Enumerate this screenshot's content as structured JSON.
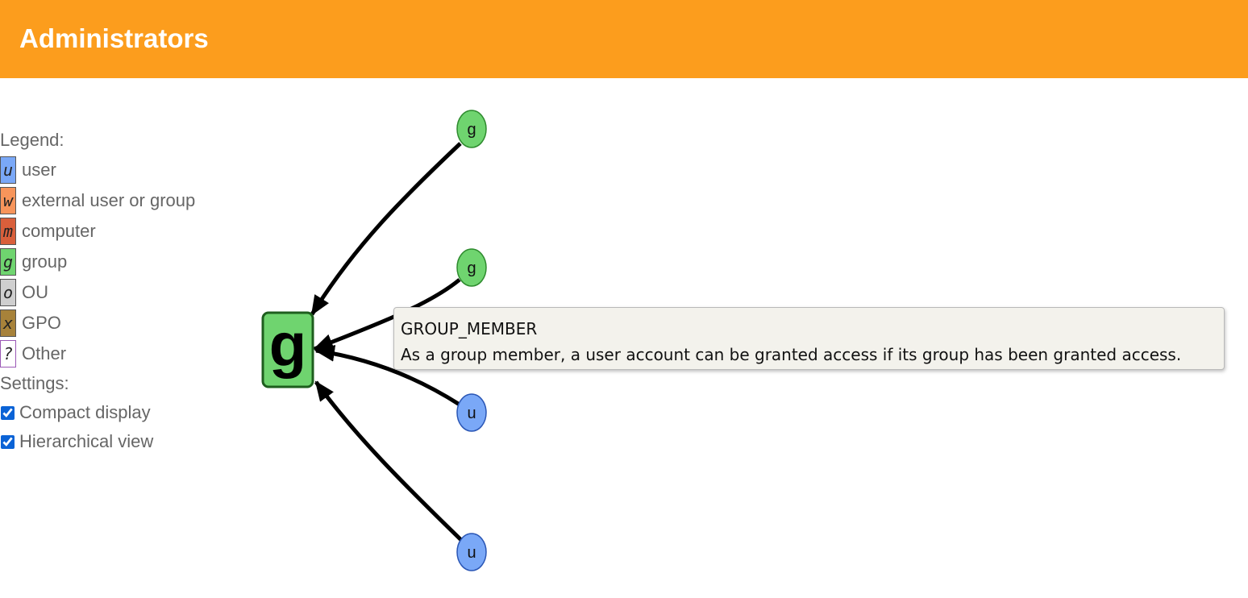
{
  "header": {
    "title": "Administrators",
    "color": "#fc9d1d"
  },
  "legend": {
    "title": "Legend:",
    "items": [
      {
        "symbol": "u",
        "label": "user",
        "color": "#7aa8f7"
      },
      {
        "symbol": "w",
        "label": "external user or group",
        "color": "#f7955b"
      },
      {
        "symbol": "m",
        "label": "computer",
        "color": "#d95f3b"
      },
      {
        "symbol": "g",
        "label": "group",
        "color": "#6fd46f"
      },
      {
        "symbol": "o",
        "label": "OU",
        "color": "#cfcfcf"
      },
      {
        "symbol": "x",
        "label": "GPO",
        "color": "#a7823a"
      },
      {
        "symbol": "?",
        "label": "Other",
        "color": "#ffffff"
      }
    ]
  },
  "settings": {
    "title": "Settings:",
    "compact_display": {
      "label": "Compact display",
      "checked": true
    },
    "hierarchical_view": {
      "label": "Hierarchical view",
      "checked": true
    }
  },
  "graph": {
    "central_node": {
      "label": "g",
      "type": "group",
      "color": "#6fd46f"
    },
    "nodes": [
      {
        "label": "g",
        "type": "group",
        "color": "#6fd46f"
      },
      {
        "label": "g",
        "type": "group",
        "color": "#6fd46f"
      },
      {
        "label": "u",
        "type": "user",
        "color": "#7aa8f7"
      },
      {
        "label": "u",
        "type": "user",
        "color": "#7aa8f7"
      }
    ],
    "edge_color": "#000000"
  },
  "tooltip": {
    "title": "GROUP_MEMBER",
    "description": "As a group member, a user account can be granted access if its group has been granted access."
  }
}
